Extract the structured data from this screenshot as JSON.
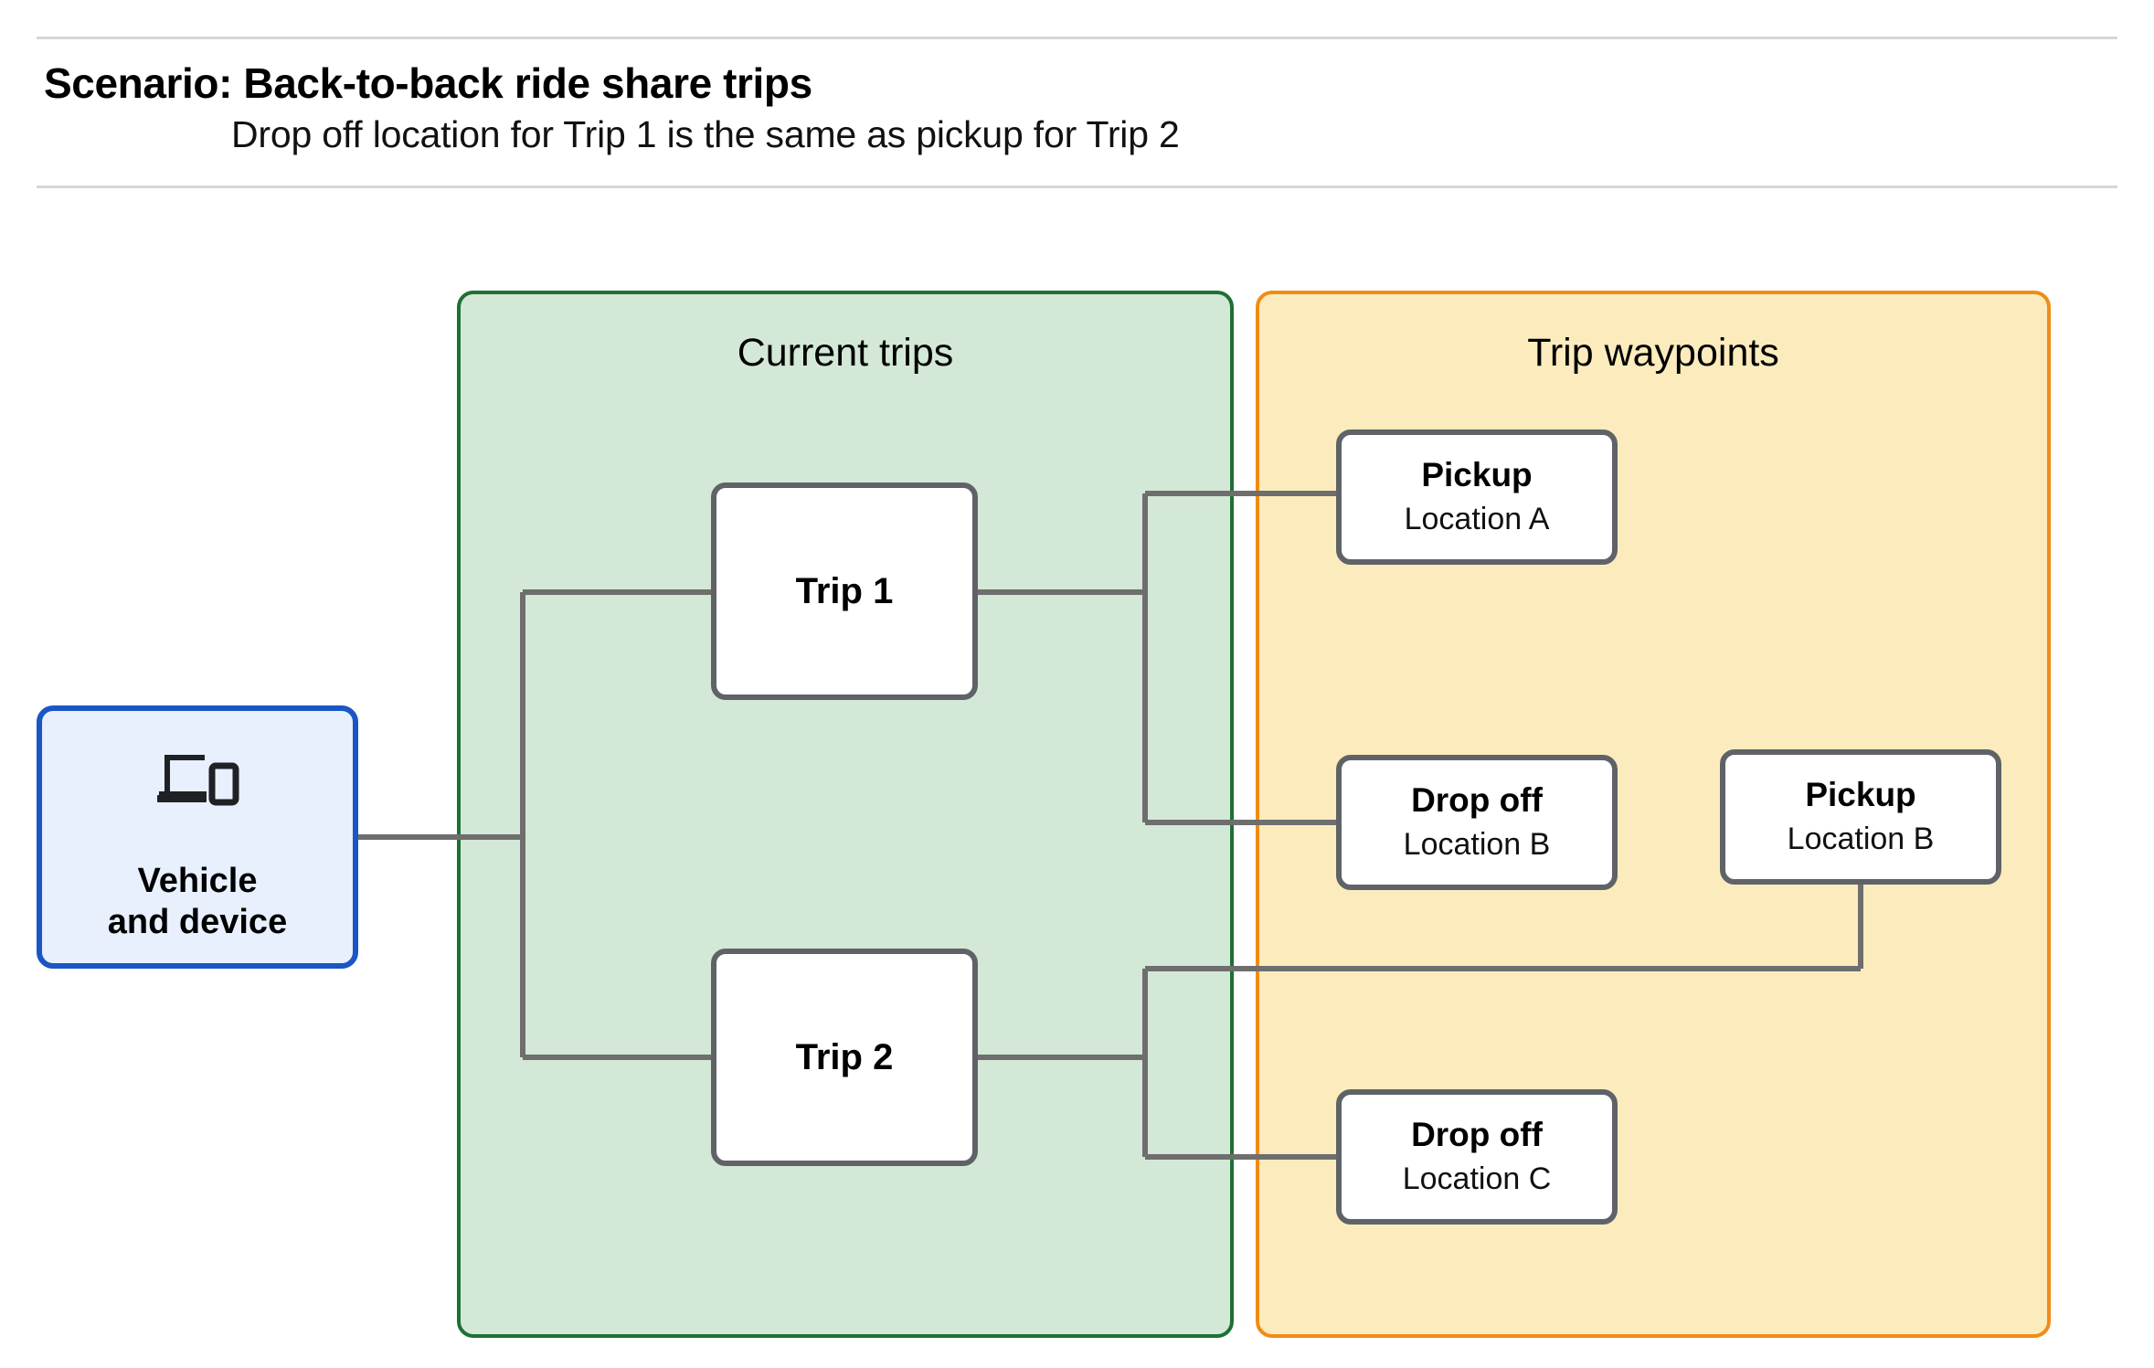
{
  "header": {
    "title": "Scenario: Back-to-back ride share trips",
    "subtitle": "Drop off  location for Trip 1 is the same as pickup for Trip 2"
  },
  "colors": {
    "current_trips_fill": "#d3e8d6",
    "current_trips_border": "#1e7033",
    "trip_waypoints_fill": "#fcecbd",
    "trip_waypoints_border": "#f08c16",
    "vehicle_fill": "#e8f0fe",
    "vehicle_border": "#1a56c4",
    "node_border": "#5f6368",
    "connector": "#6e6e6e",
    "divider": "#d6d6d6"
  },
  "vehicle": {
    "icon": "devices-icon",
    "label_line1": "Vehicle",
    "label_line2": "and device"
  },
  "panels": {
    "current_trips": {
      "title": "Current trips",
      "trips": [
        {
          "label": "Trip 1"
        },
        {
          "label": "Trip 2"
        }
      ]
    },
    "trip_waypoints": {
      "title": "Trip waypoints",
      "waypoints": [
        {
          "type": "Pickup",
          "location": "Location A"
        },
        {
          "type": "Drop off",
          "location": "Location B"
        },
        {
          "type": "Pickup",
          "location": "Location B"
        },
        {
          "type": "Drop off",
          "location": "Location C"
        }
      ]
    }
  }
}
